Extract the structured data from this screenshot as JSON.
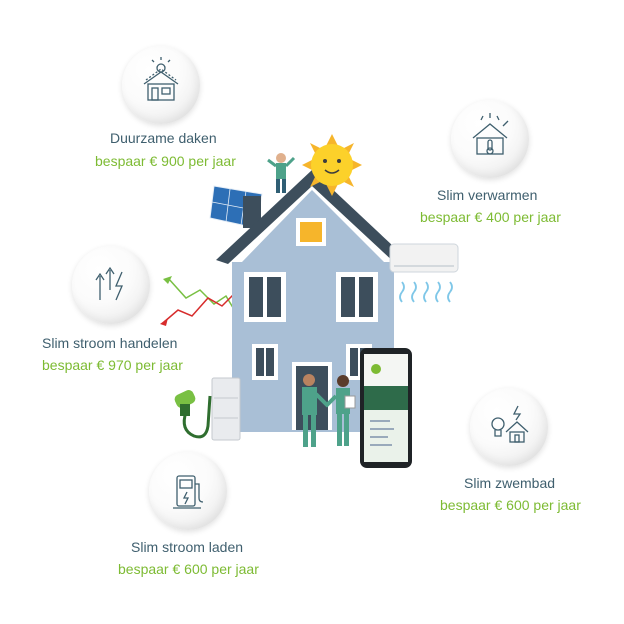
{
  "features": [
    {
      "title": "Duurzame daken",
      "saving": "bespaar € 900 per jaar",
      "icon": "solar-roof-icon"
    },
    {
      "title": "Slim verwarmen",
      "saving": "bespaar € 400 per jaar",
      "icon": "heating-house-icon"
    },
    {
      "title": "Slim stroom handelen",
      "saving": "bespaar € 970 per jaar",
      "icon": "energy-trading-icon"
    },
    {
      "title": "Slim zwembad",
      "saving": "bespaar € 600 per jaar",
      "icon": "smart-pool-icon"
    },
    {
      "title": "Slim stroom laden",
      "saving": "bespaar € 600 per jaar",
      "icon": "ev-charger-icon"
    }
  ],
  "colors": {
    "title_text": "#3f5f6e",
    "saving_text": "#7dbb33",
    "house_wall": "#a9bfd6",
    "roof": "#3d4e5c",
    "suit_green": "#4ea28a"
  }
}
